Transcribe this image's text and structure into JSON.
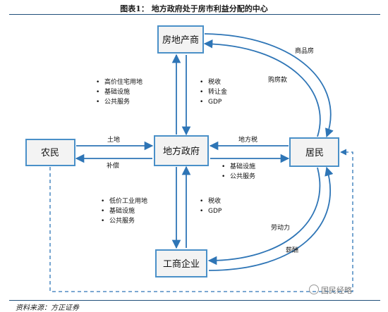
{
  "header": {
    "title": "图表1：   地方政府处于房市利益分配的中心"
  },
  "footer": {
    "source": "资料来源：方正证券"
  },
  "watermark": {
    "text": "国民经略"
  },
  "colors": {
    "box_border": "#4a90c8",
    "box_fill": "#f3f3f3",
    "arrow": "#2e75b6",
    "rule": "#1f4e79"
  },
  "nodes": {
    "developer": "房地产商",
    "government": "地方政府",
    "farmer": "农民",
    "resident": "居民",
    "enterprise": "工商企业"
  },
  "edges": {
    "land": "土地",
    "compensation": "补偿",
    "local_tax": "地方税",
    "goods_house": "商品房",
    "house_payment": "购房款",
    "labor": "劳动力",
    "salary": "薪酬"
  },
  "lists": {
    "gov_to_dev": [
      "高价住宅用地",
      "基础设施",
      "公共服务"
    ],
    "dev_to_gov": [
      "税收",
      "转让金",
      "GDP"
    ],
    "gov_to_resident": [
      "基础设施",
      "公共服务"
    ],
    "gov_to_ent": [
      "低价工业用地",
      "基础设施",
      "公共服务"
    ],
    "ent_to_gov": [
      "税收",
      "GDP"
    ]
  }
}
